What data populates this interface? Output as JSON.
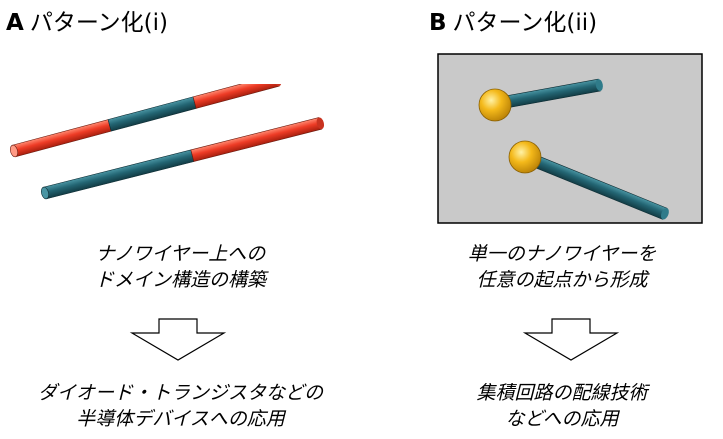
{
  "panels": [
    {
      "letter": "A",
      "title": "パターン化(i)",
      "caption_top": [
        "ナノワイヤー上への",
        "ドメイン構造の構築"
      ],
      "caption_bottom": [
        "ダイオード・トランジスタなどの",
        "半導体デバイスへの応用"
      ]
    },
    {
      "letter": "B",
      "title": "パターン化(ii)",
      "caption_top": [
        "単一のナノワイヤーを",
        "任意の起点から形成"
      ],
      "caption_bottom": [
        "集積回路の配線技術",
        "などへの応用"
      ]
    }
  ],
  "colors": {
    "segment_red": "#ee3c26",
    "segment_teal": "#236573",
    "catalyst_gold": "#f4b91a",
    "substrate_gray": "#c9c9c9"
  }
}
